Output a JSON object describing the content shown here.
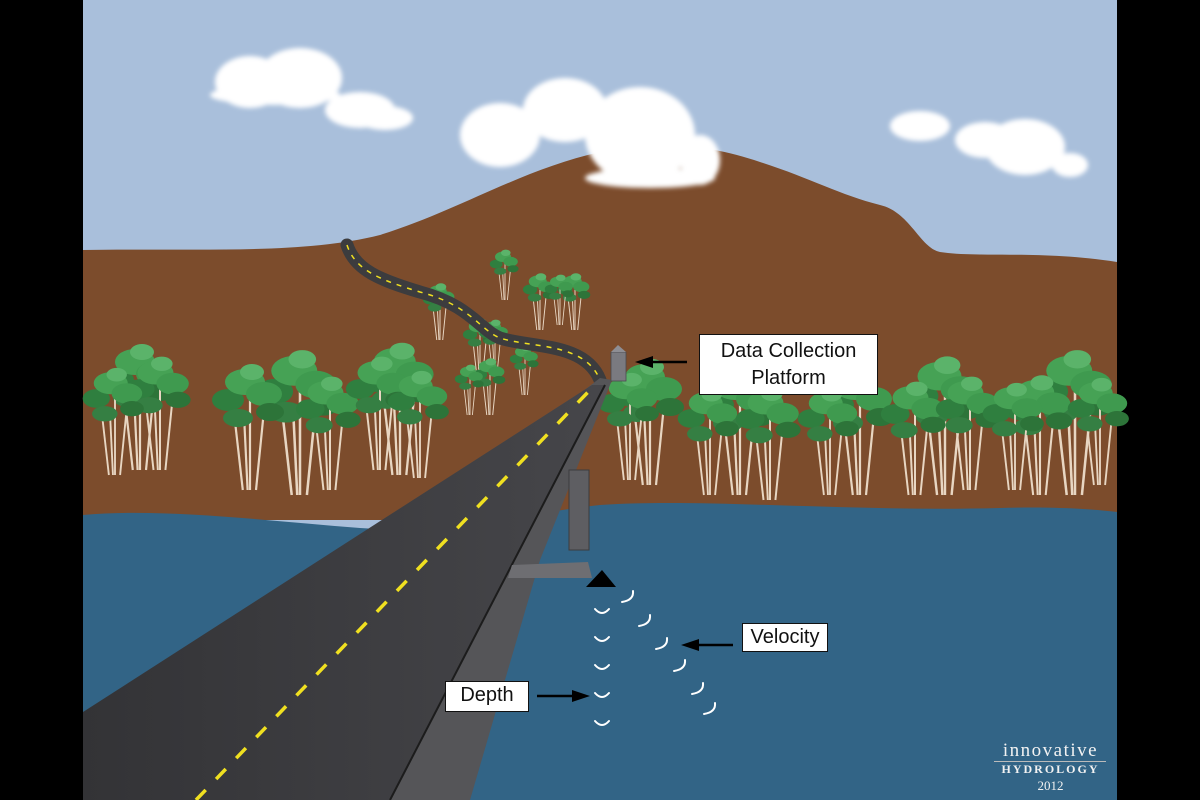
{
  "labels": {
    "data_collection_line1": "Data Collection",
    "data_collection_line2": "Platform",
    "velocity": "Velocity",
    "depth": "Depth"
  },
  "brand": {
    "line1": "innovative",
    "line2": "HYDROLOGY",
    "year": "2012"
  },
  "colors": {
    "sky": "#a9bfdb",
    "mountain": "#7c4c2c",
    "water": "#326486",
    "road": "#3c3c3e",
    "road_stripe": "#f0e020",
    "foliage": "#3f9a4f",
    "cloud": "#ffffff",
    "bars": "#000000"
  }
}
